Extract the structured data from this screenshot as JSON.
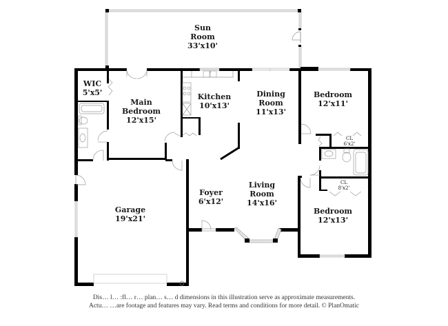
{
  "floor_plan": {
    "colors": {
      "wall": "#000000",
      "window": "#d8d8d8",
      "fixture": "#999999",
      "text": "#1a1a1a",
      "background": "#ffffff"
    },
    "rooms": [
      {
        "id": "sun-room",
        "name": "Sun Room",
        "name_lines": [
          "Sun",
          "Room"
        ],
        "dims": "33'x10'"
      },
      {
        "id": "wic",
        "name": "WIC",
        "name_lines": [
          "WIC"
        ],
        "dims": "5'x5'"
      },
      {
        "id": "main-bedroom",
        "name": "Main Bedroom",
        "name_lines": [
          "Main",
          "Bedroom"
        ],
        "dims": "12'x15'"
      },
      {
        "id": "kitchen",
        "name": "Kitchen",
        "name_lines": [
          "Kitchen"
        ],
        "dims": "10'x13'"
      },
      {
        "id": "dining-room",
        "name": "Dining Room",
        "name_lines": [
          "Dining",
          "Room"
        ],
        "dims": "11'x13'"
      },
      {
        "id": "bedroom-1",
        "name": "Bedroom",
        "name_lines": [
          "Bedroom"
        ],
        "dims": "12'x11'"
      },
      {
        "id": "closet-1",
        "name": "CL",
        "name_lines": [
          "CL"
        ],
        "dims": "6'x2'"
      },
      {
        "id": "closet-2",
        "name": "CL",
        "name_lines": [
          "CL"
        ],
        "dims": "8'x2'"
      },
      {
        "id": "bedroom-2",
        "name": "Bedroom",
        "name_lines": [
          "Bedroom"
        ],
        "dims": "12'x13'"
      },
      {
        "id": "foyer",
        "name": "Foyer",
        "name_lines": [
          "Foyer"
        ],
        "dims": "6'x12'"
      },
      {
        "id": "living-room",
        "name": "Living Room",
        "name_lines": [
          "Living",
          "Room"
        ],
        "dims": "14'x16'"
      },
      {
        "id": "garage",
        "name": "Garage",
        "name_lines": [
          "Garage"
        ],
        "dims": "19'x21'"
      }
    ],
    "disclaimer": {
      "line1": "Dis… l… :fl… r… plan… s… d dimensions in this illustration serve as approximate measurements.",
      "line2": "Actu… …are footage and features may vary. Read terms and conditions for more detail. © PlanOmatic"
    }
  }
}
